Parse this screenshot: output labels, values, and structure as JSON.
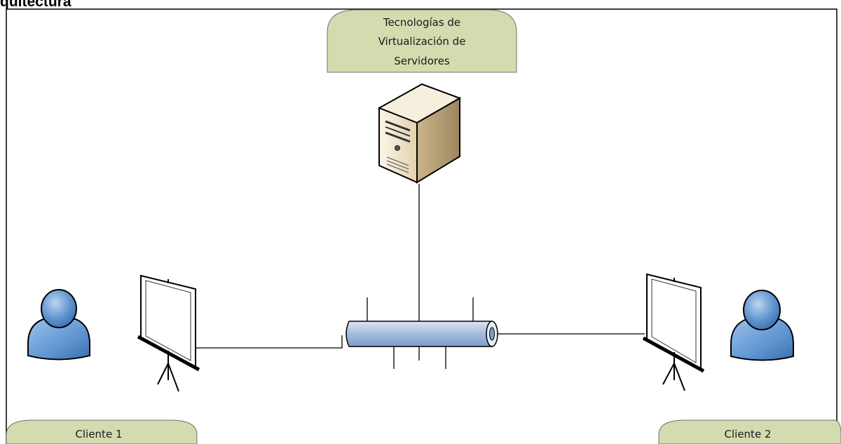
{
  "page": {
    "heading_fragment": "quitectura"
  },
  "diagram": {
    "server_label": {
      "lines": [
        "Tecnologías de",
        "Virtualización de",
        "Servidores"
      ]
    },
    "clients": [
      {
        "label": "Cliente 1"
      },
      {
        "label": "Cliente 2"
      }
    ],
    "colors": {
      "label_fill": "#d3dcaf",
      "label_stroke": "#6f6f6f",
      "bus_fill": "#a9bfdd",
      "person_fill": "#5f95d1",
      "server_fill": "#ece0c4",
      "frame_stroke": "#000000"
    }
  }
}
